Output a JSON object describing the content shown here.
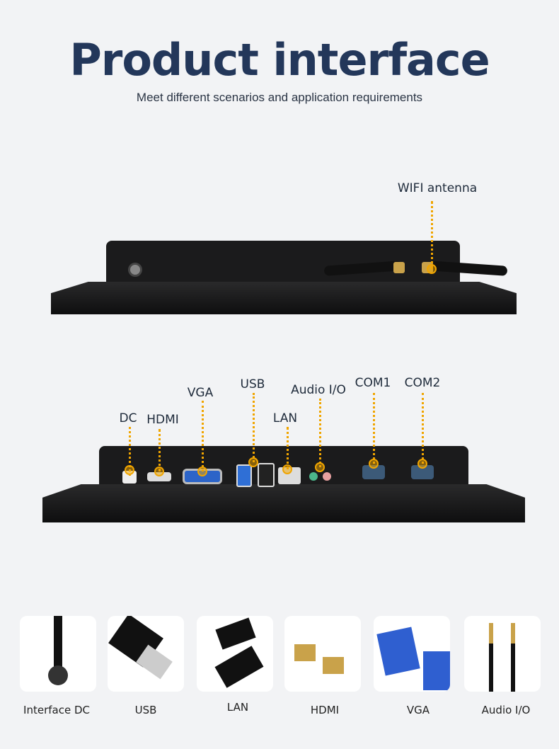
{
  "header": {
    "title": "Product interface",
    "subtitle": "Meet different scenarios and application requirements"
  },
  "side_view": {
    "label": "WIFI antenna"
  },
  "rear_view": {
    "ports": [
      "DC",
      "HDMI",
      "VGA",
      "USB",
      "LAN",
      "Audio I/O",
      "COM1",
      "COM2"
    ]
  },
  "cables": [
    "Interface DC",
    "USB",
    "LAN",
    "HDMI",
    "VGA",
    "Audio I/O"
  ],
  "colors": {
    "title": "#23375a",
    "callout": "#f0a500"
  }
}
